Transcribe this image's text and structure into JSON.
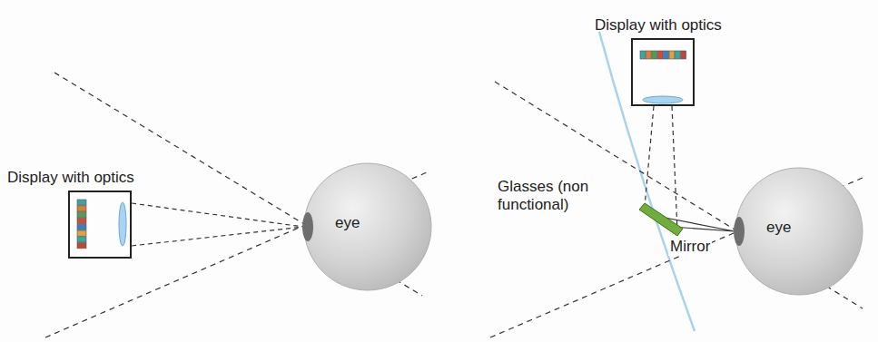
{
  "diagram": {
    "nodes": [
      {
        "text": [
          "Display with optics"
        ]
      },
      {
        "text": [
          "eye"
        ]
      },
      {
        "text": [
          "Display with optics"
        ]
      },
      {
        "text": [
          "Mirror"
        ]
      },
      {
        "text": [
          "eye"
        ]
      }
    ],
    "edges": [
      {
        "from": 0,
        "to": 1,
        "arrow": "none"
      },
      {
        "from": 2,
        "to": 3,
        "arrow": "none"
      },
      {
        "from": 3,
        "to": 4,
        "arrow": "none"
      }
    ],
    "labels": [
      "Glasses (non functional)"
    ]
  }
}
